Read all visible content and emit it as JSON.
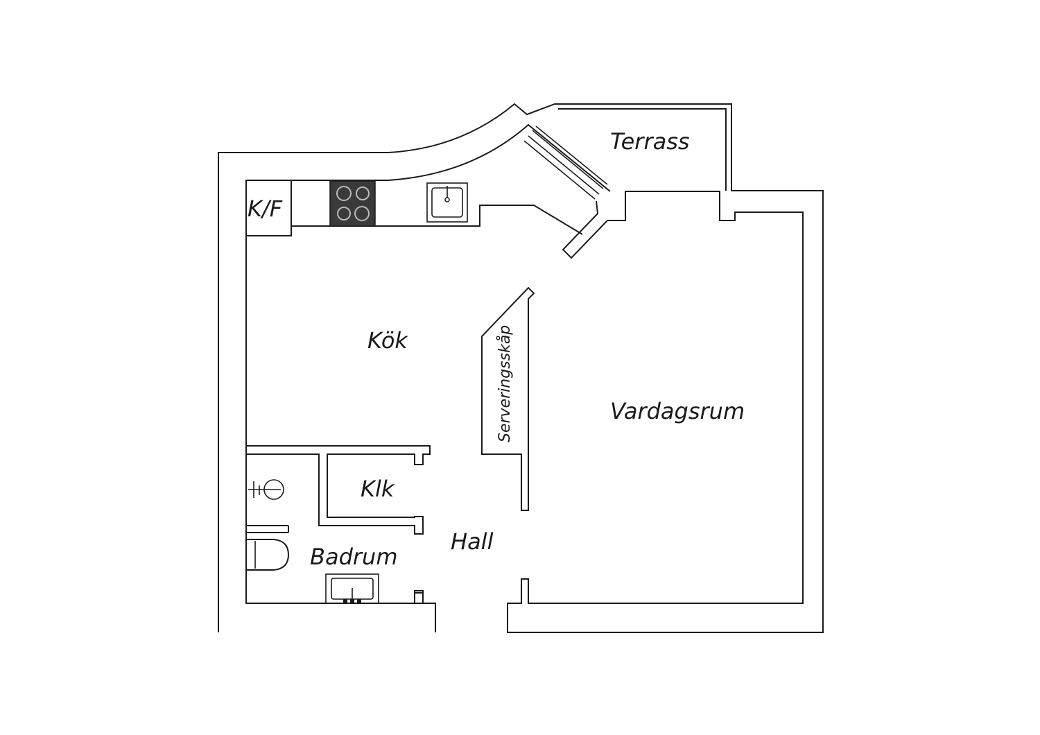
{
  "rooms": {
    "terrace": "Terrass",
    "kitchen": "Kök",
    "living_room": "Vardagsrum",
    "closet": "Klk",
    "hall": "Hall",
    "bathroom": "Badrum",
    "fridge_freezer": "K/F",
    "serving_cabinet": "Serveringsskåp"
  },
  "colors": {
    "line": "#1a1a1a",
    "background": "#ffffff",
    "stove": "#3a3a3a"
  }
}
